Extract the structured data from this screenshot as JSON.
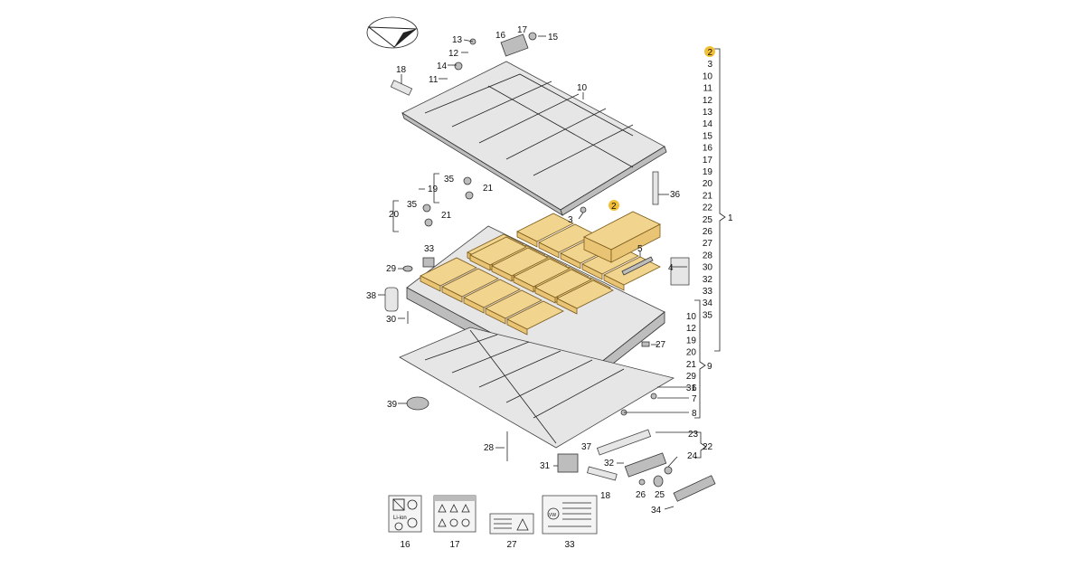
{
  "diagram": {
    "callouts": [
      {
        "id": "c2",
        "text": "2"
      },
      {
        "id": "c3",
        "text": "3"
      },
      {
        "id": "c4",
        "text": "4"
      },
      {
        "id": "c5",
        "text": "5"
      },
      {
        "id": "c6",
        "text": "6"
      },
      {
        "id": "c7",
        "text": "7"
      },
      {
        "id": "c8",
        "text": "8"
      },
      {
        "id": "c9",
        "text": "9"
      },
      {
        "id": "c10a",
        "text": "10"
      },
      {
        "id": "c11",
        "text": "11"
      },
      {
        "id": "c12",
        "text": "12"
      },
      {
        "id": "c13",
        "text": "13"
      },
      {
        "id": "c14",
        "text": "14"
      },
      {
        "id": "c15",
        "text": "15"
      },
      {
        "id": "c16",
        "text": "16"
      },
      {
        "id": "c17",
        "text": "17"
      },
      {
        "id": "c18a",
        "text": "18"
      },
      {
        "id": "c18b",
        "text": "18"
      },
      {
        "id": "c19",
        "text": "19"
      },
      {
        "id": "c20",
        "text": "20"
      },
      {
        "id": "c21a",
        "text": "21"
      },
      {
        "id": "c21b",
        "text": "21"
      },
      {
        "id": "c22",
        "text": "22"
      },
      {
        "id": "c23",
        "text": "23"
      },
      {
        "id": "c24",
        "text": "24"
      },
      {
        "id": "c25",
        "text": "25"
      },
      {
        "id": "c26",
        "text": "26"
      },
      {
        "id": "c27",
        "text": "27"
      },
      {
        "id": "c28",
        "text": "28"
      },
      {
        "id": "c29",
        "text": "29"
      },
      {
        "id": "c30",
        "text": "30"
      },
      {
        "id": "c31",
        "text": "31"
      },
      {
        "id": "c32",
        "text": "32"
      },
      {
        "id": "c33",
        "text": "33"
      },
      {
        "id": "c34",
        "text": "34"
      },
      {
        "id": "c35a",
        "text": "35"
      },
      {
        "id": "c35b",
        "text": "35"
      },
      {
        "id": "c36",
        "text": "36"
      },
      {
        "id": "c37",
        "text": "37"
      },
      {
        "id": "c38",
        "text": "38"
      },
      {
        "id": "c39",
        "text": "39"
      },
      {
        "id": "c1",
        "text": "1"
      }
    ],
    "group1_list": [
      "2",
      "3",
      "10",
      "11",
      "12",
      "13",
      "14",
      "15",
      "16",
      "17",
      "19",
      "20",
      "21",
      "22",
      "25",
      "26",
      "27",
      "28",
      "30",
      "32",
      "33",
      "34",
      "35"
    ],
    "group9_list": [
      "10",
      "12",
      "19",
      "20",
      "21",
      "29",
      "31"
    ],
    "label_captions": [
      "16",
      "17",
      "27",
      "33"
    ],
    "label_texts": {
      "liion": "Li-ion",
      "vw": "VW"
    },
    "colors": {
      "highlight": "#f2c037",
      "cells": "#e8c474"
    }
  }
}
